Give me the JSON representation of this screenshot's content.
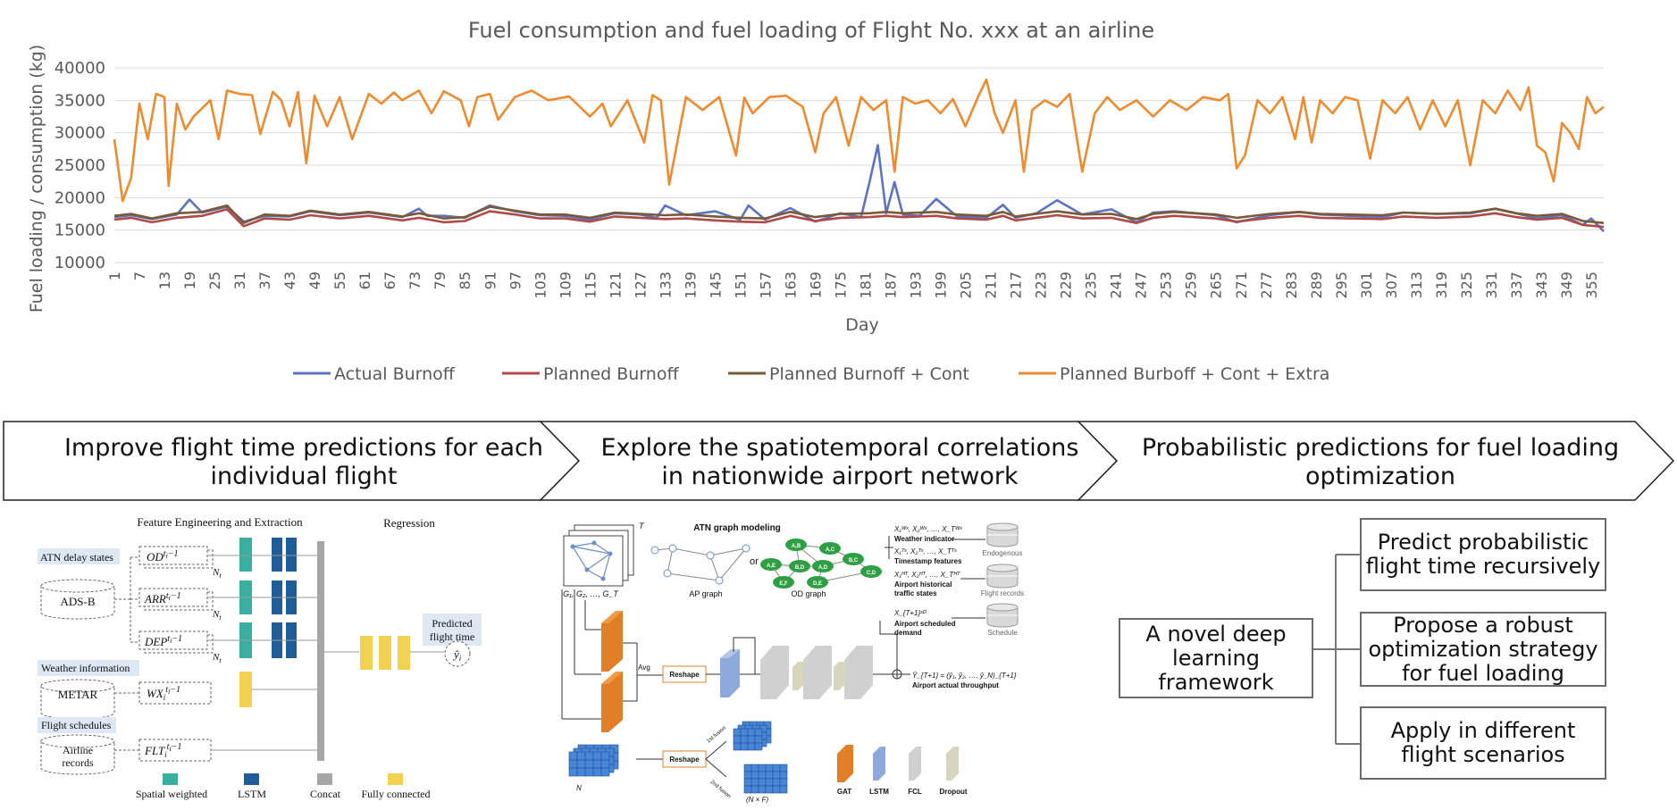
{
  "chart_data": {
    "type": "line",
    "title": "Fuel consumption and fuel loading of Flight No. xxx at an airline",
    "xlabel": "Day",
    "ylabel": "Fuel loading / consumption (kg)",
    "ylim": [
      10000,
      40000
    ],
    "yticks": [
      "10000",
      "15000",
      "20000",
      "25000",
      "30000",
      "35000",
      "40000"
    ],
    "xlim": [
      1,
      358
    ],
    "xticks": [
      1,
      7,
      13,
      19,
      25,
      31,
      37,
      43,
      49,
      55,
      61,
      67,
      73,
      79,
      85,
      91,
      97,
      103,
      109,
      115,
      121,
      127,
      133,
      139,
      145,
      151,
      157,
      163,
      169,
      175,
      181,
      187,
      193,
      199,
      205,
      211,
      217,
      223,
      229,
      235,
      241,
      247,
      253,
      259,
      265,
      271,
      277,
      283,
      289,
      295,
      301,
      307,
      313,
      319,
      325,
      331,
      337,
      343,
      349,
      355
    ],
    "grid": true,
    "legend_position": "bottom",
    "series": [
      {
        "name": "Actual Burnoff",
        "color": "#5b73c2",
        "x": [
          1,
          5,
          10,
          16,
          19,
          22,
          28,
          32,
          37,
          43,
          48,
          55,
          62,
          70,
          74,
          76,
          80,
          85,
          91,
          97,
          103,
          109,
          115,
          121,
          127,
          131,
          133,
          138,
          145,
          151,
          153,
          157,
          163,
          169,
          175,
          180,
          182,
          184,
          186,
          188,
          190,
          194,
          198,
          203,
          210,
          214,
          217,
          222,
          227,
          233,
          240,
          246,
          250,
          255,
          265,
          270,
          278,
          285,
          290,
          297,
          305,
          310,
          318,
          326,
          332,
          337,
          342,
          348,
          353,
          355,
          358
        ],
        "values": [
          17000,
          17300,
          16700,
          17400,
          19700,
          17700,
          18600,
          16300,
          17200,
          17100,
          17900,
          17300,
          17700,
          17000,
          18300,
          17200,
          17200,
          16900,
          18800,
          17900,
          17300,
          17200,
          16600,
          17600,
          17400,
          16900,
          18800,
          17300,
          17900,
          16600,
          18800,
          16600,
          18400,
          16300,
          17600,
          17000,
          22400,
          28100,
          17600,
          22400,
          17400,
          17200,
          19800,
          17100,
          16900,
          18900,
          16900,
          17600,
          19600,
          17400,
          18200,
          16200,
          17700,
          17900,
          17300,
          16200,
          17300,
          17800,
          17400,
          17200,
          17000,
          17700,
          17500,
          17600,
          18300,
          17600,
          16800,
          17300,
          15800,
          16800,
          14800
        ]
      },
      {
        "name": "Planned Burnoff",
        "color": "#b04a48",
        "x": [
          1,
          5,
          10,
          16,
          22,
          28,
          32,
          37,
          43,
          48,
          55,
          62,
          70,
          74,
          80,
          85,
          91,
          97,
          103,
          109,
          115,
          121,
          127,
          133,
          138,
          145,
          151,
          157,
          163,
          169,
          175,
          182,
          186,
          190,
          198,
          203,
          210,
          214,
          217,
          222,
          227,
          233,
          240,
          246,
          250,
          255,
          265,
          270,
          278,
          285,
          290,
          297,
          305,
          310,
          318,
          326,
          332,
          337,
          342,
          348,
          353,
          358
        ],
        "values": [
          16600,
          16900,
          16200,
          16900,
          17200,
          18200,
          15600,
          16800,
          16600,
          17300,
          16800,
          17200,
          16500,
          16900,
          16200,
          16400,
          17900,
          17400,
          16800,
          16800,
          16300,
          17100,
          16900,
          16700,
          16800,
          16500,
          16300,
          16200,
          17200,
          16400,
          16900,
          17000,
          17200,
          17000,
          17200,
          16800,
          16600,
          17200,
          16500,
          16900,
          17300,
          16800,
          16900,
          16100,
          16900,
          17200,
          16800,
          16300,
          16900,
          17200,
          16900,
          16800,
          16700,
          17100,
          16900,
          17100,
          17600,
          17000,
          16600,
          16900,
          15800,
          15500
        ]
      },
      {
        "name": "Planned Burnoff + Cont",
        "color": "#7a5a36",
        "x": [
          1,
          5,
          10,
          16,
          22,
          28,
          32,
          37,
          43,
          48,
          55,
          62,
          70,
          74,
          80,
          85,
          91,
          97,
          103,
          109,
          115,
          121,
          127,
          133,
          138,
          145,
          151,
          157,
          163,
          169,
          175,
          182,
          186,
          190,
          198,
          203,
          210,
          214,
          217,
          222,
          227,
          233,
          240,
          246,
          250,
          255,
          265,
          270,
          278,
          285,
          290,
          297,
          305,
          310,
          318,
          326,
          332,
          337,
          342,
          348,
          353,
          358
        ],
        "values": [
          17200,
          17500,
          16800,
          17600,
          17800,
          18800,
          16100,
          17400,
          17200,
          18000,
          17400,
          17800,
          17100,
          17600,
          16800,
          17000,
          18600,
          18000,
          17400,
          17400,
          16900,
          17700,
          17500,
          17300,
          17400,
          17100,
          16900,
          16800,
          17800,
          17000,
          17500,
          17600,
          17800,
          17600,
          17800,
          17400,
          17200,
          17800,
          17100,
          17500,
          17900,
          17400,
          17500,
          16700,
          17500,
          17800,
          17400,
          16900,
          17500,
          17800,
          17500,
          17400,
          17300,
          17700,
          17500,
          17700,
          18300,
          17600,
          17200,
          17500,
          16400,
          16100
        ]
      },
      {
        "name": "Planned Burboff + Cont + Extra",
        "color": "#ed8b2e",
        "x": [
          1,
          3,
          5,
          7,
          9,
          11,
          13,
          14,
          16,
          18,
          20,
          24,
          26,
          28,
          31,
          34,
          36,
          39,
          41,
          43,
          45,
          47,
          49,
          52,
          55,
          58,
          62,
          65,
          68,
          70,
          74,
          77,
          80,
          84,
          86,
          88,
          91,
          93,
          97,
          101,
          105,
          110,
          115,
          118,
          120,
          124,
          128,
          130,
          132,
          134,
          138,
          142,
          146,
          150,
          152,
          154,
          158,
          162,
          166,
          169,
          171,
          174,
          177,
          180,
          183,
          186,
          188,
          190,
          193,
          196,
          199,
          202,
          205,
          208,
          210,
          212,
          214,
          217,
          219,
          221,
          224,
          227,
          230,
          233,
          236,
          239,
          242,
          246,
          250,
          254,
          258,
          262,
          266,
          268,
          270,
          272,
          275,
          278,
          281,
          284,
          286,
          288,
          290,
          293,
          296,
          299,
          302,
          305,
          308,
          311,
          314,
          317,
          320,
          323,
          326,
          329,
          332,
          335,
          338,
          340,
          342,
          344,
          346,
          348,
          350,
          352,
          354,
          356,
          358
        ],
        "values": [
          29000,
          19500,
          23000,
          34500,
          29000,
          36000,
          35500,
          21800,
          34500,
          30500,
          32500,
          35000,
          29000,
          36500,
          36000,
          35800,
          29800,
          36300,
          35000,
          31000,
          36300,
          25300,
          35700,
          31000,
          35500,
          29000,
          36000,
          34500,
          36200,
          35000,
          36500,
          33000,
          36400,
          35000,
          31000,
          35500,
          36000,
          32000,
          35500,
          36500,
          35000,
          35600,
          32500,
          34500,
          31000,
          35000,
          28500,
          35800,
          35000,
          22000,
          35500,
          33500,
          35500,
          26500,
          35400,
          33000,
          35500,
          35700,
          34000,
          27000,
          33000,
          35500,
          28000,
          35500,
          33500,
          35000,
          24000,
          35500,
          34500,
          35000,
          33000,
          35200,
          31000,
          35500,
          38200,
          33000,
          30000,
          35000,
          24000,
          33500,
          35000,
          34000,
          36000,
          24000,
          33000,
          35500,
          33500,
          35000,
          32500,
          35000,
          33500,
          35500,
          35000,
          36000,
          24500,
          26500,
          35000,
          33000,
          35500,
          29000,
          35500,
          28500,
          35000,
          33000,
          35500,
          35000,
          26000,
          35000,
          33000,
          35500,
          30500,
          35000,
          31000,
          35000,
          25000,
          35000,
          33000,
          36500,
          33500,
          37000,
          28000,
          27000,
          22500,
          31500,
          30000,
          27500,
          35500,
          33000,
          34000
        ]
      }
    ]
  },
  "banner": {
    "sections": [
      {
        "line1": "Improve flight time predictions for each",
        "line2": "individual flight"
      },
      {
        "line1": "Explore the spatiotemporal correlations",
        "line2": "in nationwide airport network"
      },
      {
        "line1": "Probabilistic predictions  for fuel loading",
        "line2": "optimization"
      }
    ]
  },
  "diagram1": {
    "heading_features": "Feature Engineering and Extraction",
    "heading_regression": "Regression",
    "section_atn": "ATN delay states",
    "source_adsb": "ADS-B",
    "feat_od": "OD",
    "feat_arr": "ARR",
    "feat_dep": "DEP",
    "sup": "t",
    "sup_sub": "i",
    "sup_tail": "−1",
    "nt": "N",
    "nt_sub": "t",
    "section_weather": "Weather information",
    "source_metar": "METAR",
    "feat_wx": "WX",
    "sub_i": "i",
    "section_schedules": "Flight schedules",
    "source_airline1": "Airline",
    "source_airline2": "records",
    "feat_flt": "FLT",
    "predicted1": "Predicted",
    "predicted2": "flight time",
    "y_hat": "ŷ",
    "legend": [
      "Spatial weighted",
      "LSTM",
      "Concat",
      "Fully connected"
    ]
  },
  "diagram2": {
    "atn_title": "ATN graph modeling",
    "or": "or",
    "ap_graph": "AP graph",
    "od_graph": "OD graph",
    "g_seq": "G₁, G₂, …, G_T",
    "t_label": "T",
    "od_nodes": [
      "A,B",
      "A,C",
      "A,D",
      "B,C",
      "B,D",
      "C,D",
      "E,F",
      "A,E",
      "D,E"
    ],
    "feat_weather_formula": "X₁ᵂˣ, X₂ᵂˣ, …, X_Tᵂˣ",
    "feat_weather": "Weather indicator",
    "feat_timestamp_formula": "X₁ᵀˢ, X₂ᵀˢ, …, X_Tᵀˢ",
    "feat_timestamp": "Timestamp features",
    "feat_airport_formula": "X₁ᴴᵀ, X₂ᴴᵀ, …, X_Tᴴᵀ",
    "feat_airport1": "Airport historical",
    "feat_airport2": "traffic states",
    "feat_sched_formula": "X_{T+1}ˢᴰ",
    "feat_sched1": "Airport scheduled",
    "feat_sched2": "demand",
    "db_endogenous": "Endogenous",
    "db_flight": "Flight records",
    "db_schedule": "Schedule",
    "avg": "Avg",
    "reshape": "Reshape",
    "output_formula": "Ŷ_{T+1} = (ŷ₁, ŷ₂, …, ŷ_N)_{T+1}",
    "output_label": "Airport actual throughput",
    "flatten1": "1st fusion",
    "flatten2": "2nd fusion",
    "nf": "(N × F)",
    "legend": [
      "GAT",
      "LSTM",
      "FCL",
      "Dropout"
    ]
  },
  "diagram3": {
    "root": "A novel deep learning framework",
    "children": [
      "Predict probabilistic flight time recursively",
      "Propose a robust optimization strategy for fuel loading",
      "Apply in different flight scenarios"
    ]
  }
}
